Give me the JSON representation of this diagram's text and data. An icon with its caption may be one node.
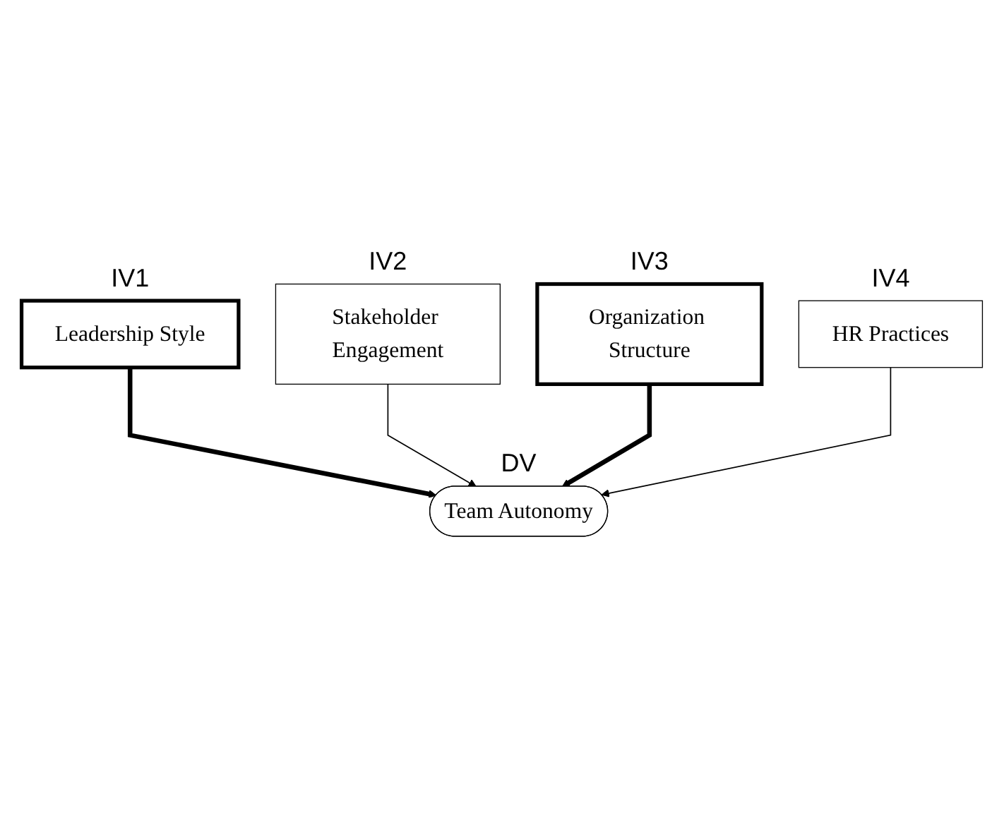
{
  "diagram": {
    "nodes": [
      {
        "text": [
          "Leadership Style"
        ],
        "beside": [
          "IV1"
        ]
      },
      {
        "text": [
          "Stakeholder Engagement"
        ],
        "beside": [
          "IV2"
        ]
      },
      {
        "text": [
          "Team Autonomy"
        ],
        "beside": [
          "DV"
        ]
      },
      {
        "text": [
          "Organization Structure"
        ],
        "beside": [
          "IV3"
        ]
      },
      {
        "text": [
          "HR Practices"
        ],
        "beside": [
          "IV4"
        ]
      }
    ],
    "edges": [
      {
        "from": 0,
        "to": 2,
        "arrow": "to",
        "style": "thick"
      },
      {
        "from": 1,
        "to": 2,
        "arrow": "to"
      },
      {
        "from": 3,
        "to": 2,
        "arrow": "to",
        "style": "thick"
      },
      {
        "from": 4,
        "to": 2,
        "arrow": "to"
      }
    ]
  }
}
